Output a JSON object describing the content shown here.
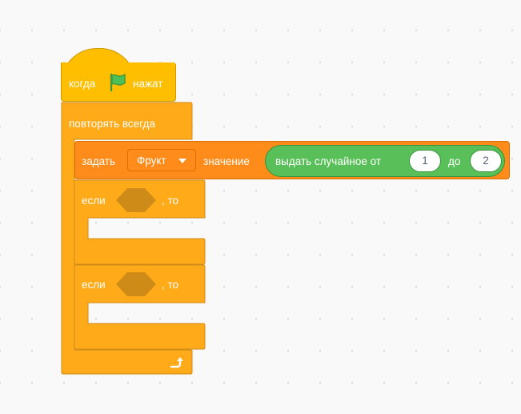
{
  "blocks": {
    "when_flag": {
      "prefix": "когда",
      "suffix": "нажат",
      "flag_icon": "green-flag-icon"
    },
    "forever": {
      "label": "повторять всегда",
      "loop_icon": "loop-arrow-icon"
    },
    "set_variable": {
      "prefix": "задать",
      "variable": "Фрукт",
      "middle": "значение"
    },
    "random": {
      "label": "выдать случайное от",
      "from": "1",
      "to_label": "до",
      "to": "2"
    },
    "if_1": {
      "prefix": "если",
      "suffix": ", то"
    },
    "if_2": {
      "prefix": "если",
      "suffix": ", то"
    }
  },
  "colors": {
    "events": "#ffbf00",
    "control": "#ffab19",
    "variables": "#ff8c1a",
    "operators": "#59c059",
    "empty_boolean": "#cf8b17"
  }
}
